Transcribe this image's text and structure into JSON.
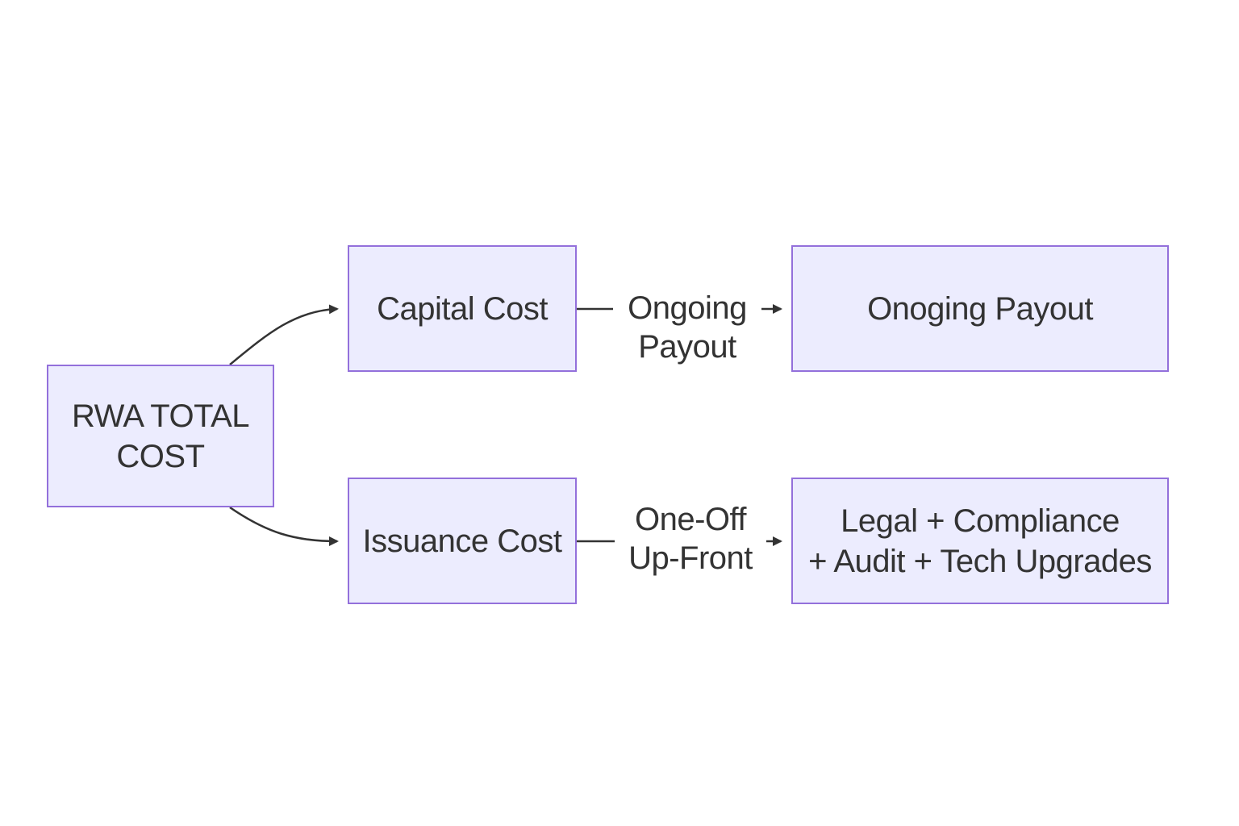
{
  "diagram": {
    "nodes": {
      "rwa_total_cost": "RWA TOTAL\nCOST",
      "capital_cost": "Capital Cost",
      "issuance_cost": "Issuance Cost",
      "ongoing_payout": "Onoging Payout",
      "legal_compliance": "Legal + Compliance\n+ Audit + Tech Upgrades"
    },
    "edge_labels": {
      "capital_to_payout": "Ongoing\nPayout",
      "issuance_to_legal": "One-Off\nUp-Front"
    },
    "colors": {
      "node_fill": "#ececfe",
      "node_border": "#9370db",
      "edge": "#333333",
      "text": "#333333"
    }
  }
}
